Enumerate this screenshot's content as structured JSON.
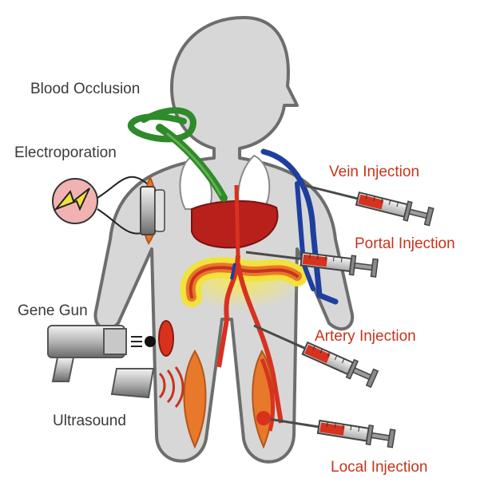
{
  "labels": {
    "blood_occlusion": "Blood Occlusion",
    "electroporation": "Electroporation",
    "gene_gun": "Gene Gun",
    "ultrasound": "Ultrasound",
    "vein_injection": "Vein Injection",
    "portal_injection": "Portal Injection",
    "artery_injection": "Artery Injection",
    "local_injection": "Local Injection"
  },
  "colors": {
    "body_fill": "#d7d7d7",
    "body_outline": "#6d6d6d",
    "method_text": "#3a3a3a",
    "injection_text": "#c8331b",
    "occlusion_green": "#2f8a2a",
    "vein_blue": "#1d3f9e",
    "artery_red": "#d8321f",
    "liver": "#b8201c",
    "muscle": "#e8782a",
    "intestine_yellow": "#f2e23a"
  }
}
